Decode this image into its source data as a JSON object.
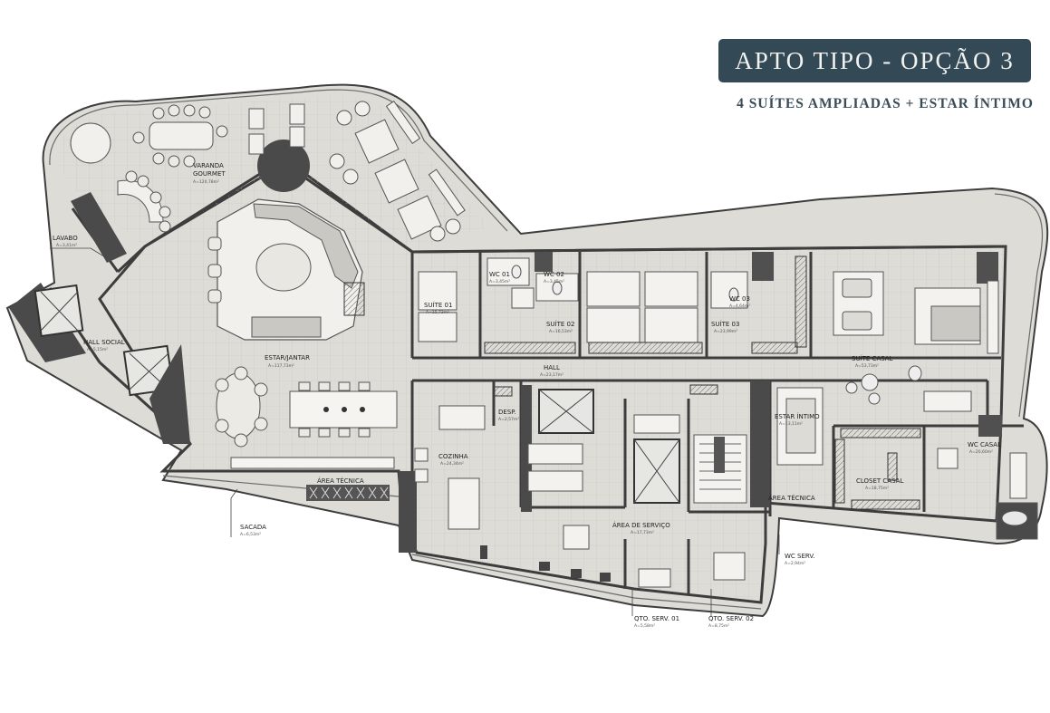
{
  "header": {
    "title": "APTO TIPO - OPÇÃO 3",
    "subtitle": "4 SUÍTES AMPLIADAS + ESTAR ÍNTIMO"
  },
  "rooms": [
    {
      "key": "varanda",
      "name": "VARANDA GOURMET",
      "line1": "VARANDA",
      "line2": "GOURMET",
      "area": "A=120,78m²"
    },
    {
      "key": "lavabo",
      "name": "LAVABO",
      "area": "A=3,41m²"
    },
    {
      "key": "hall-social",
      "name": "HALL SOCIAL",
      "area": "A=5,15m²"
    },
    {
      "key": "estar-jantar",
      "name": "ESTAR/JANTAR",
      "area": "A=117,73m²"
    },
    {
      "key": "area-tecnica-1",
      "name": "ÁREA TÉCNICA"
    },
    {
      "key": "sacada",
      "name": "SACADA",
      "area": "A=6,53m²"
    },
    {
      "key": "suite-01",
      "name": "SUÍTE 01",
      "area": "A=15,73m²"
    },
    {
      "key": "wc-01",
      "name": "WC 01",
      "area": "A=3,45m²"
    },
    {
      "key": "wc-02",
      "name": "WC 02",
      "area": "A=3,45m²"
    },
    {
      "key": "suite-02",
      "name": "SUÍTE 02",
      "area": "A=16,53m²"
    },
    {
      "key": "wc-03",
      "name": "WC 03",
      "area": "A=4,64m²"
    },
    {
      "key": "suite-03",
      "name": "SUÍTE 03",
      "area": "A=23,99m²"
    },
    {
      "key": "suite-casal",
      "name": "SUÍTE CASAL",
      "area": "A=53,73m²"
    },
    {
      "key": "hall",
      "name": "HALL",
      "area": "A=23,17m²"
    },
    {
      "key": "desp",
      "name": "DESP.",
      "area": "A=2,57m²"
    },
    {
      "key": "cozinha",
      "name": "COZINHA",
      "area": "A=24,34m²"
    },
    {
      "key": "estar-intimo",
      "name": "ESTAR ÍNTIMO",
      "area": "A=13,11m²"
    },
    {
      "key": "wc-casal",
      "name": "WC CASAL",
      "area": "A=20,60m²"
    },
    {
      "key": "closet-casal",
      "name": "CLOSET CASAL",
      "area": "A=18,75m²"
    },
    {
      "key": "area-tecnica-2",
      "name": "ÁREA TÉCNICA"
    },
    {
      "key": "area-servico",
      "name": "ÁREA DE SERVIÇO",
      "area": "A=17,73m²"
    },
    {
      "key": "wc-serv",
      "name": "WC SERV.",
      "area": "A=2,94m²"
    },
    {
      "key": "qto-serv-01",
      "name": "QTO. SERV. 01",
      "area": "A=5,58m²"
    },
    {
      "key": "qto-serv-02",
      "name": "QTO. SERV. 02",
      "area": "A=8,75m²"
    }
  ],
  "colors": {
    "title_bg": "#344956",
    "title_text": "#f2f2f0",
    "subtitle_text": "#3a4c58",
    "floor": "#dddcd7",
    "wall": "#3d3d3d",
    "column": "#505050"
  }
}
